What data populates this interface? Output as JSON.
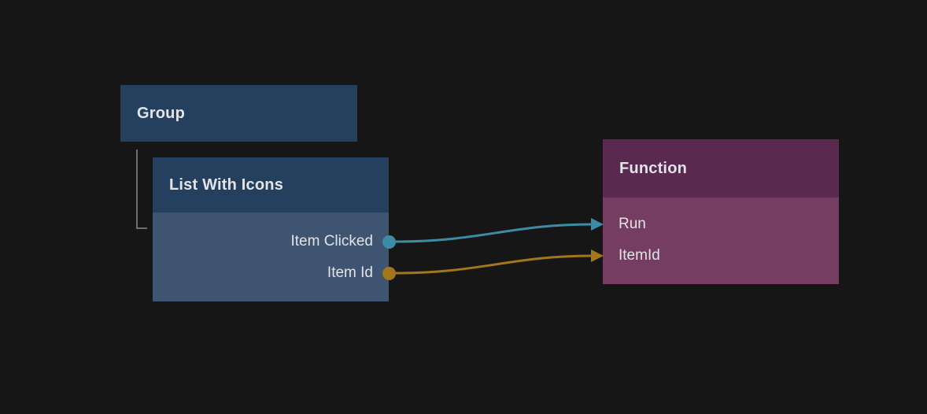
{
  "canvas": {
    "background": "#161616"
  },
  "colors": {
    "node_header_blue": "#24405E",
    "node_body_blue": "#3E5471",
    "node_header_purple": "#5A2950",
    "node_body_purple": "#753D62",
    "wire_teal": "#3C8CA6",
    "wire_gold": "#A2761A",
    "tree_connector_line": "#6E6E6E",
    "text": "#E3E4E8"
  },
  "nodes": {
    "group": {
      "title": "Group"
    },
    "list_with_icons": {
      "title": "List With Icons",
      "parent": "Group",
      "outputs": [
        {
          "label": "Item Clicked",
          "color": "#3C8CA6"
        },
        {
          "label": "Item Id",
          "color": "#A2761A"
        }
      ]
    },
    "function": {
      "title": "Function",
      "inputs": [
        {
          "label": "Run",
          "color": "#3C8CA6"
        },
        {
          "label": "ItemId",
          "color": "#A2761A"
        }
      ]
    }
  },
  "edges": [
    {
      "from": "List With Icons / Item Clicked",
      "to": "Function / Run",
      "color": "#3C8CA6"
    },
    {
      "from": "List With Icons / Item Id",
      "to": "Function / ItemId",
      "color": "#A2761A"
    }
  ]
}
